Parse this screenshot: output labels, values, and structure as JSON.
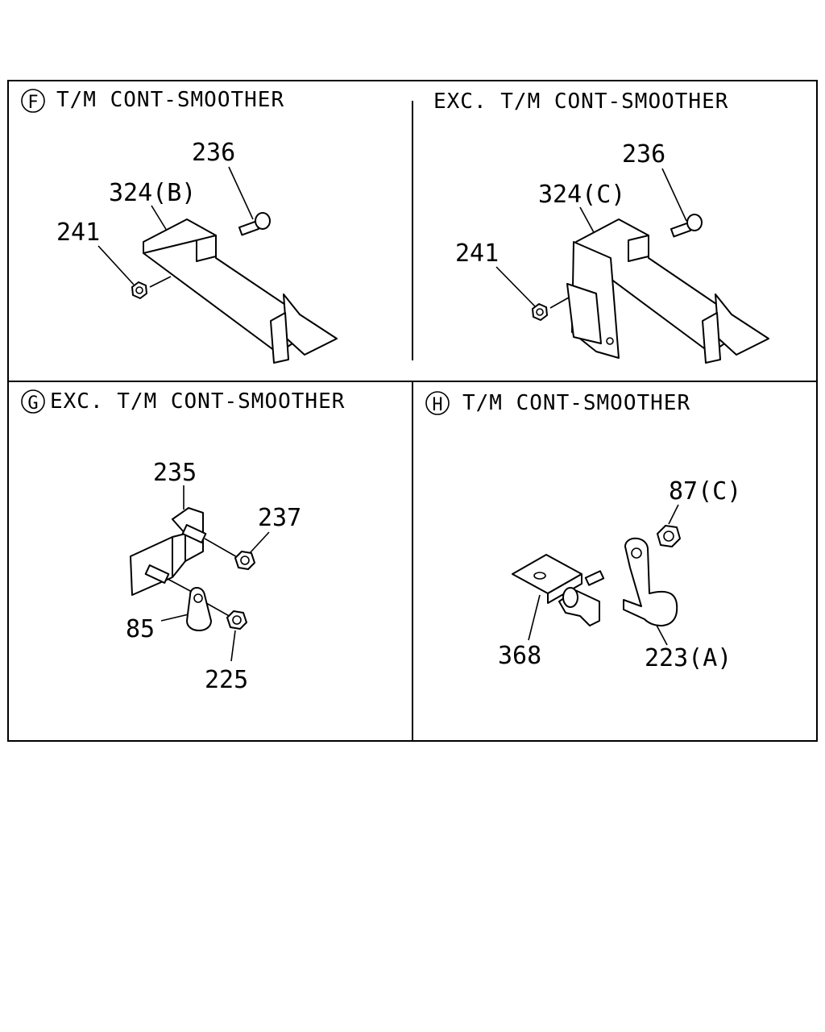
{
  "panels": {
    "f": {
      "marker": "F",
      "title": "T/M CONT-SMOOTHER",
      "parts": [
        "236",
        "324(B)",
        "241"
      ]
    },
    "f_alt": {
      "title": "EXC. T/M CONT-SMOOTHER",
      "parts": [
        "236",
        "324(C)",
        "241"
      ]
    },
    "g": {
      "marker": "G",
      "title": "EXC. T/M CONT-SMOOTHER",
      "parts": [
        "235",
        "237",
        "85",
        "225"
      ]
    },
    "h": {
      "marker": "H",
      "title": "T/M CONT-SMOOTHER",
      "parts": [
        "87(C)",
        "368",
        "223(A)"
      ]
    }
  }
}
